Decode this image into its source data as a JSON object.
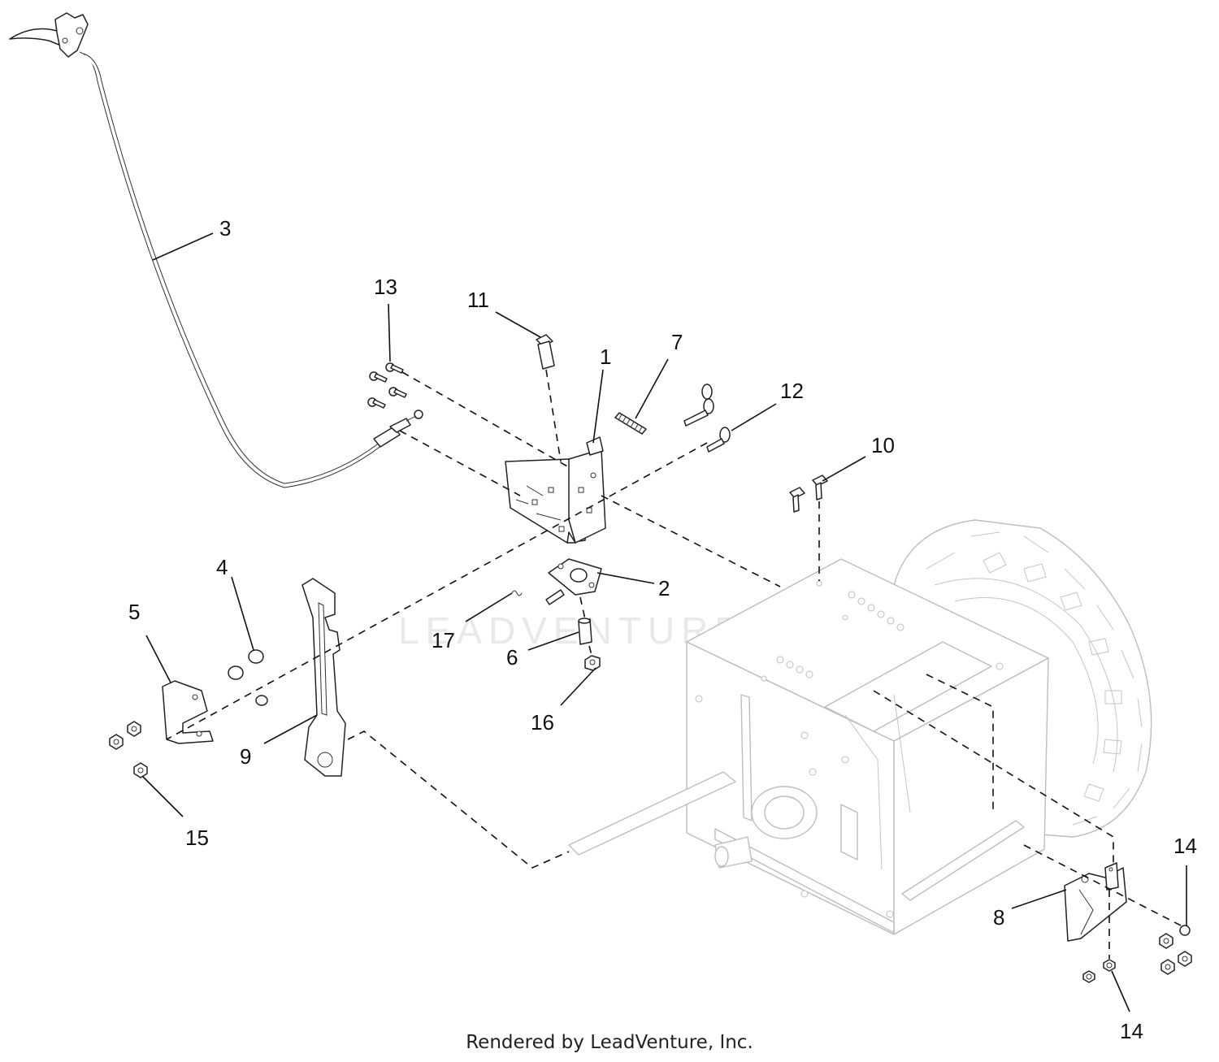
{
  "watermark": "LEADVENTURE",
  "footer": "Rendered by LeadVenture, Inc.",
  "callouts": {
    "c1": "1",
    "c2": "2",
    "c3": "3",
    "c4": "4",
    "c5": "5",
    "c6": "6",
    "c7": "7",
    "c8": "8",
    "c9": "9",
    "c10": "10",
    "c11": "11",
    "c12": "12",
    "c13": "13",
    "c14a": "14",
    "c14b": "14",
    "c15": "15",
    "c16": "16",
    "c17": "17"
  }
}
